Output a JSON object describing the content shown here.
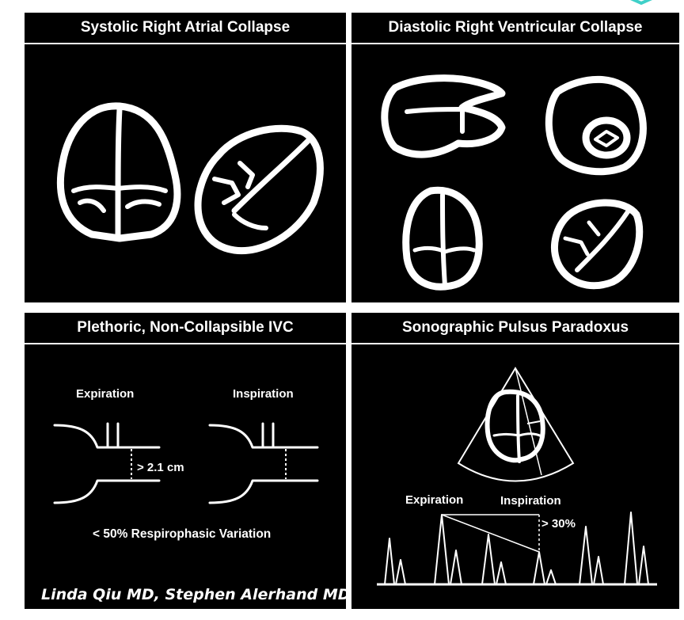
{
  "panels": {
    "top_left": {
      "title": "Systolic Right Atrial Collapse"
    },
    "top_right": {
      "title": "Diastolic Right Ventricular Collapse"
    },
    "bottom_left": {
      "title": "Plethoric, Non-Collapsible IVC",
      "expiration_label": "Expiration",
      "inspiration_label": "Inspiration",
      "measure_label": "> 2.1 cm",
      "variation_label": "< 50% Respirophasic Variation"
    },
    "bottom_right": {
      "title": "Sonographic Pulsus Paradoxus",
      "expiration_label": "Expiration",
      "inspiration_label": "Inspiration",
      "percent_label": "> 30%"
    }
  },
  "credit": "Linda Qiu MD, Stephen Alerhand MD",
  "colors": {
    "background": "#000000",
    "foreground": "#ffffff",
    "page": "#ffffff",
    "accent": "#3fd0c8"
  }
}
